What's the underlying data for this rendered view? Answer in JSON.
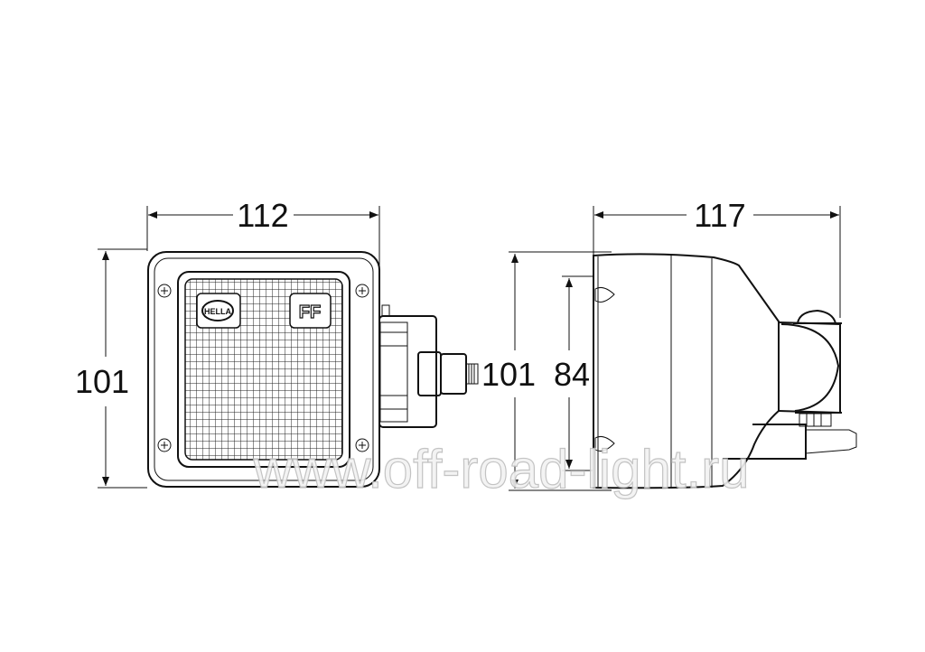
{
  "front_view": {
    "width_dim": "112",
    "height_dim": "101",
    "logo_text": "HELLA",
    "badge_text": "FF"
  },
  "side_view": {
    "depth_dim": "117",
    "height_dim": "101",
    "mount_dim": "84"
  },
  "watermark": "www.off-road-light.ru",
  "colors": {
    "line": "#111111",
    "watermark": "#bdbdbd"
  }
}
